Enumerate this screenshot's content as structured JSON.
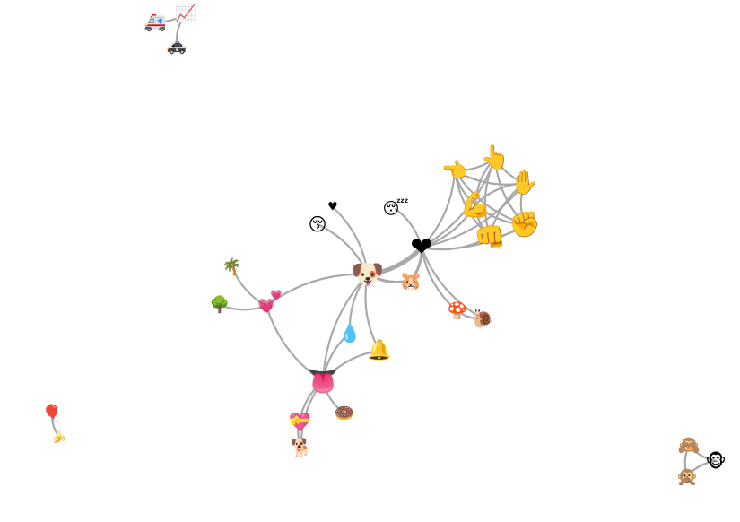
{
  "graph": {
    "edge_color": "#a9a9a9",
    "nodes": [
      {
        "id": "ambulance",
        "icon": "ambulance-icon",
        "glyph": "🚑"
      },
      {
        "id": "chart",
        "icon": "chart-increasing-icon",
        "glyph": "📈"
      },
      {
        "id": "police-car",
        "icon": "police-car-icon",
        "glyph": "🚓"
      },
      {
        "id": "dog",
        "icon": "dog-face-icon",
        "glyph": "🐶"
      },
      {
        "id": "hamster",
        "icon": "hamster-face-icon",
        "glyph": "🐹"
      },
      {
        "id": "black-heart",
        "icon": "black-heart-icon",
        "glyph": "❤"
      },
      {
        "id": "small-heart",
        "icon": "small-black-heart-icon",
        "glyph": "♥"
      },
      {
        "id": "kissing-face",
        "icon": "kissing-face-icon",
        "glyph": "😚"
      },
      {
        "id": "sleeping-face",
        "icon": "sleeping-face-icon",
        "glyph": "😴"
      },
      {
        "id": "point-left",
        "icon": "pointing-left-hand-icon",
        "glyph": "👈"
      },
      {
        "id": "point-up",
        "icon": "pointing-up-hand-icon",
        "glyph": "👆"
      },
      {
        "id": "raised-hand",
        "icon": "raised-hand-icon",
        "glyph": "✋"
      },
      {
        "id": "flexed-biceps",
        "icon": "flexed-biceps-icon",
        "glyph": "💪"
      },
      {
        "id": "oncoming-fist",
        "icon": "oncoming-fist-icon",
        "glyph": "👊"
      },
      {
        "id": "raised-fist",
        "icon": "raised-fist-icon",
        "glyph": "✊"
      },
      {
        "id": "mushroom",
        "icon": "mushroom-icon",
        "glyph": "🍄"
      },
      {
        "id": "snail",
        "icon": "snail-icon",
        "glyph": "🐌"
      },
      {
        "id": "palm-tree",
        "icon": "palm-tree-icon",
        "glyph": "🌴"
      },
      {
        "id": "tree",
        "icon": "deciduous-tree-icon",
        "glyph": "🌳"
      },
      {
        "id": "pink-heart",
        "icon": "pink-heart-icon",
        "glyph": "💗"
      },
      {
        "id": "small-pink-heart",
        "icon": "small-pink-heart-icon",
        "glyph": "💗"
      },
      {
        "id": "droplet",
        "icon": "droplet-icon",
        "glyph": "💧"
      },
      {
        "id": "bell",
        "icon": "bell-icon",
        "glyph": "🔔"
      },
      {
        "id": "tongue",
        "icon": "tongue-icon",
        "glyph": "👅"
      },
      {
        "id": "doughnut",
        "icon": "doughnut-icon",
        "glyph": "🍩"
      },
      {
        "id": "heart-ribbon",
        "icon": "heart-with-ribbon-icon",
        "glyph": "💝"
      },
      {
        "id": "dog-full",
        "icon": "dog-icon",
        "glyph": "🐕"
      },
      {
        "id": "balloon",
        "icon": "green-balloon-icon",
        "glyph": "🎈"
      },
      {
        "id": "banana",
        "icon": "banana-icon",
        "glyph": "🍌"
      },
      {
        "id": "see-no-evil",
        "icon": "see-no-evil-monkey-icon",
        "glyph": "🙈"
      },
      {
        "id": "monkey-face",
        "icon": "monkey-face-icon",
        "glyph": "🐵"
      },
      {
        "id": "speak-no-evil",
        "icon": "speak-no-evil-monkey-icon",
        "glyph": "🙊"
      }
    ],
    "edges": [
      [
        "ambulance",
        "chart"
      ],
      [
        "chart",
        "police-car"
      ],
      [
        "dog",
        "black-heart"
      ],
      [
        "dog",
        "hamster"
      ],
      [
        "dog",
        "small-heart"
      ],
      [
        "dog",
        "kissing-face"
      ],
      [
        "dog",
        "pink-heart"
      ],
      [
        "dog",
        "droplet"
      ],
      [
        "dog",
        "bell"
      ],
      [
        "dog",
        "tongue"
      ],
      [
        "hamster",
        "black-heart"
      ],
      [
        "black-heart",
        "sleeping-face"
      ],
      [
        "black-heart",
        "point-left"
      ],
      [
        "black-heart",
        "point-up"
      ],
      [
        "black-heart",
        "raised-hand"
      ],
      [
        "black-heart",
        "flexed-biceps"
      ],
      [
        "black-heart",
        "oncoming-fist"
      ],
      [
        "black-heart",
        "raised-fist"
      ],
      [
        "black-heart",
        "mushroom"
      ],
      [
        "black-heart",
        "snail"
      ],
      [
        "point-left",
        "point-up"
      ],
      [
        "point-left",
        "raised-hand"
      ],
      [
        "point-left",
        "flexed-biceps"
      ],
      [
        "point-left",
        "oncoming-fist"
      ],
      [
        "point-left",
        "raised-fist"
      ],
      [
        "point-up",
        "raised-hand"
      ],
      [
        "point-up",
        "flexed-biceps"
      ],
      [
        "point-up",
        "oncoming-fist"
      ],
      [
        "point-up",
        "raised-fist"
      ],
      [
        "raised-hand",
        "flexed-biceps"
      ],
      [
        "raised-hand",
        "oncoming-fist"
      ],
      [
        "raised-hand",
        "raised-fist"
      ],
      [
        "flexed-biceps",
        "oncoming-fist"
      ],
      [
        "flexed-biceps",
        "raised-fist"
      ],
      [
        "oncoming-fist",
        "raised-fist"
      ],
      [
        "mushroom",
        "snail"
      ],
      [
        "palm-tree",
        "pink-heart"
      ],
      [
        "tree",
        "pink-heart"
      ],
      [
        "pink-heart",
        "small-pink-heart"
      ],
      [
        "pink-heart",
        "tongue"
      ],
      [
        "droplet",
        "tongue"
      ],
      [
        "bell",
        "tongue"
      ],
      [
        "tongue",
        "doughnut"
      ],
      [
        "tongue",
        "heart-ribbon"
      ],
      [
        "tongue",
        "dog-full"
      ],
      [
        "heart-ribbon",
        "dog-full"
      ],
      [
        "balloon",
        "banana"
      ],
      [
        "see-no-evil",
        "monkey-face"
      ],
      [
        "see-no-evil",
        "speak-no-evil"
      ],
      [
        "monkey-face",
        "speak-no-evil"
      ]
    ]
  }
}
